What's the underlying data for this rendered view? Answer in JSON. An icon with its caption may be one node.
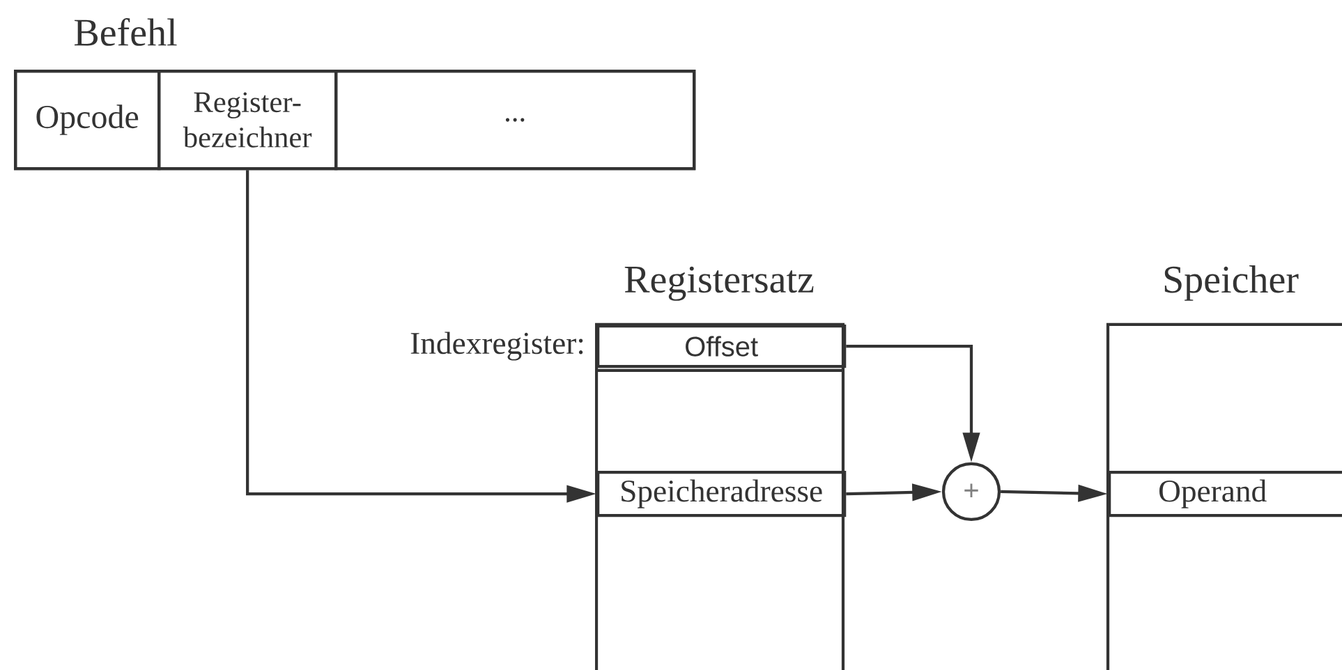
{
  "diagram": {
    "nodes": [
      {
        "text": [
          "Befehl"
        ]
      },
      {
        "text": [
          "Opcode"
        ],
        "in": 0
      },
      {
        "text": [
          "Register- bezeichner"
        ],
        "in": 0
      },
      {
        "text": [
          "..."
        ],
        "in": 0
      },
      {
        "text": [
          "Registersatz"
        ]
      },
      {
        "text": [
          "Offset"
        ],
        "in": 4,
        "beside": [
          "Indexregister:"
        ]
      },
      {
        "text": [
          "Speicheradresse"
        ],
        "in": 4
      },
      {
        "text": [
          "+"
        ]
      },
      {
        "text": [
          "Speicher"
        ]
      },
      {
        "text": [
          "Operand"
        ],
        "in": 8
      }
    ],
    "edges": [
      {
        "from": 2,
        "to": 6,
        "arrow": "to"
      },
      {
        "from": 5,
        "to": 7,
        "arrow": "to"
      },
      {
        "from": 6,
        "to": 7,
        "arrow": "to"
      },
      {
        "from": 7,
        "to": 9,
        "arrow": "to"
      }
    ]
  }
}
